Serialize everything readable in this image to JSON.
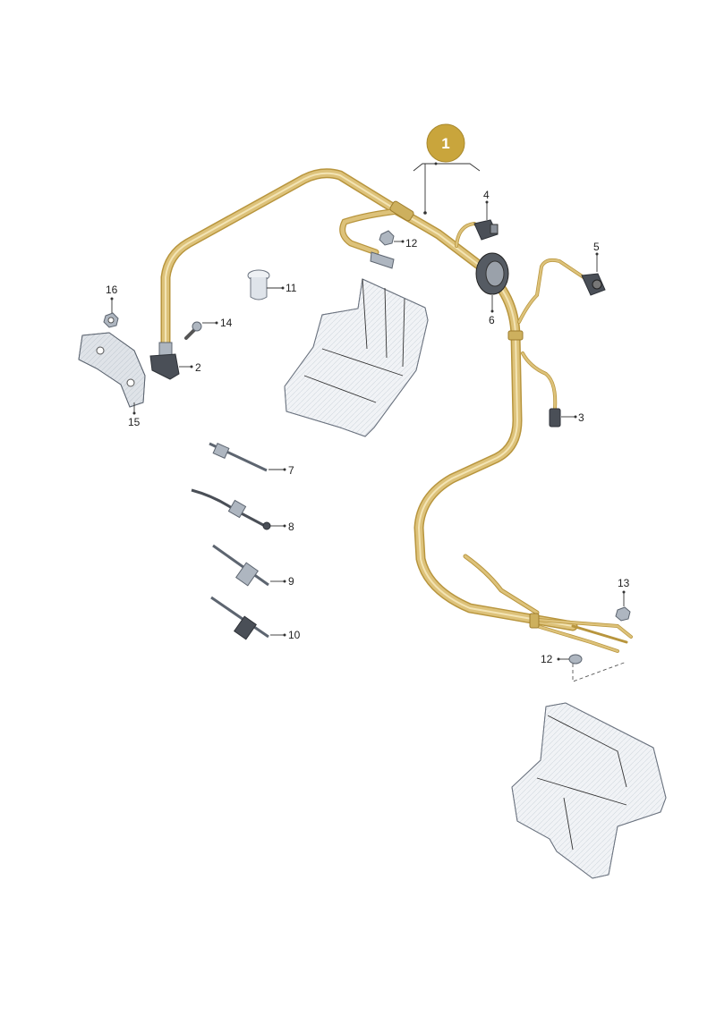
{
  "diagram": {
    "main_callout": "1",
    "callouts": [
      {
        "id": "2",
        "text": "2"
      },
      {
        "id": "3",
        "text": "3"
      },
      {
        "id": "4",
        "text": "4"
      },
      {
        "id": "5",
        "text": "5"
      },
      {
        "id": "6",
        "text": "6"
      },
      {
        "id": "7",
        "text": "7"
      },
      {
        "id": "8",
        "text": "8"
      },
      {
        "id": "9",
        "text": "9"
      },
      {
        "id": "10",
        "text": "10"
      },
      {
        "id": "11",
        "text": "11"
      },
      {
        "id": "12a",
        "text": "12"
      },
      {
        "id": "12b",
        "text": "12"
      },
      {
        "id": "13",
        "text": "13"
      },
      {
        "id": "14",
        "text": "14"
      },
      {
        "id": "15",
        "text": "15"
      },
      {
        "id": "16",
        "text": "16"
      }
    ]
  },
  "colors": {
    "harness": "#ddc27a",
    "harness_edge": "#b8953d",
    "badge": "#c9a53c",
    "parts": "#dfe4ea"
  }
}
